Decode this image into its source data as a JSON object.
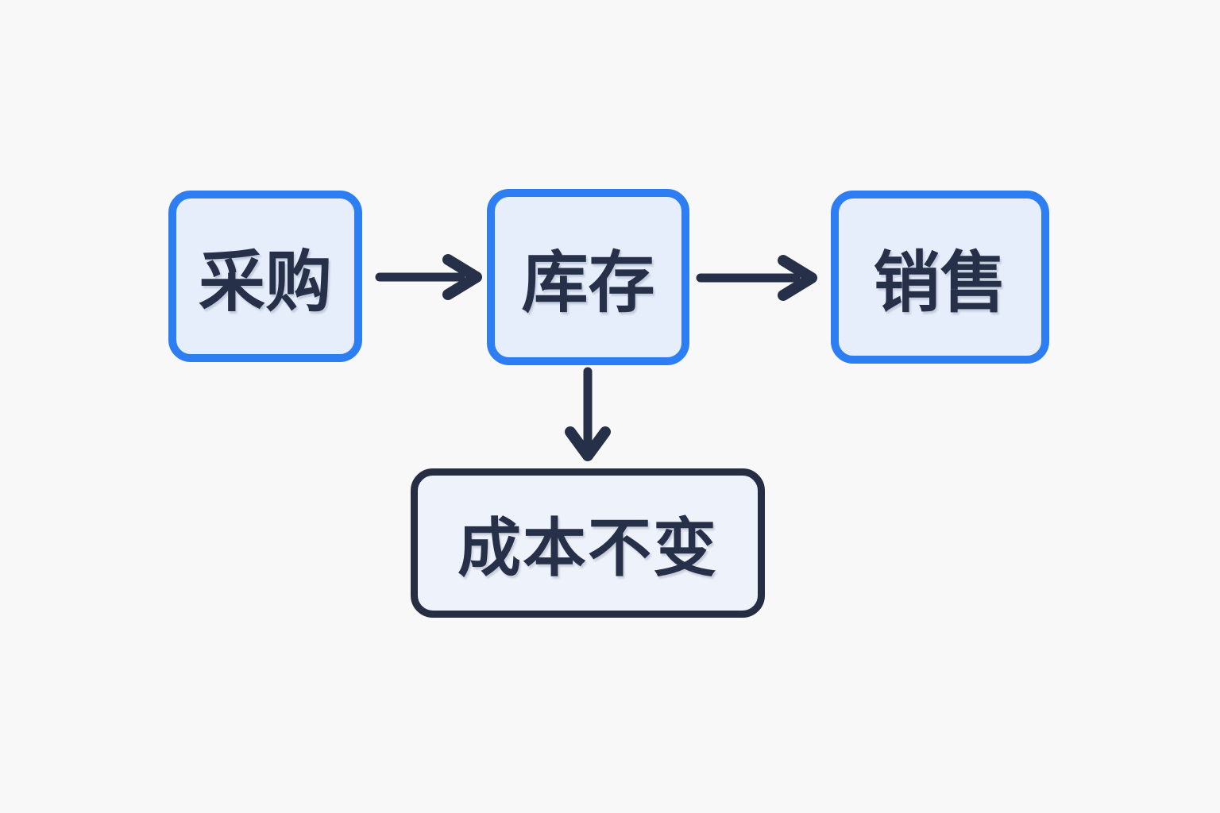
{
  "diagram": {
    "type": "flowchart",
    "nodes": [
      {
        "id": "procurement",
        "label": "采购",
        "style": "blue"
      },
      {
        "id": "inventory",
        "label": "库存",
        "style": "blue"
      },
      {
        "id": "sales",
        "label": "销售",
        "style": "blue"
      },
      {
        "id": "cost_unchanged",
        "label": "成本不变",
        "style": "dark"
      }
    ],
    "edges": [
      {
        "from": "采购",
        "to": "库存",
        "direction": "right"
      },
      {
        "from": "库存",
        "to": "销售",
        "direction": "right"
      },
      {
        "from": "库存",
        "to": "成本不变",
        "direction": "down"
      }
    ],
    "colors": {
      "background": "#f7f8f7",
      "blue_node_border": "#2d7ef2",
      "blue_node_fill": "#e6eefc",
      "dark_node_border": "#252e42",
      "dark_node_fill": "#eef2fb",
      "text": "#273049",
      "arrow": "#273049"
    }
  }
}
